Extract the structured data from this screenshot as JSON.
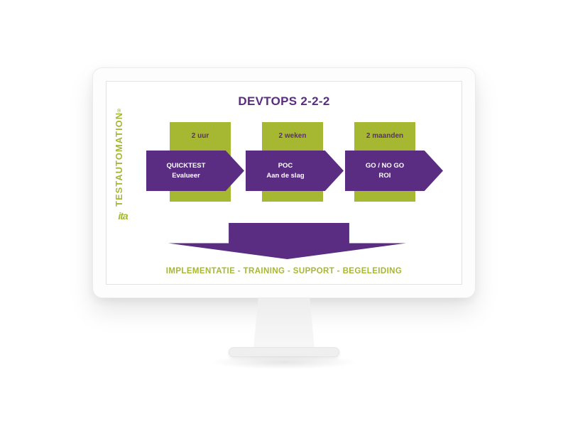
{
  "slide": {
    "title": "DEVTOPS 2-2-2",
    "brand": "TESTAUTOMATION",
    "brand_mark": "®",
    "logo_text": "ita",
    "steps": [
      {
        "duration": "2 uur",
        "arrow_line1": "QUICKTEST",
        "arrow_line2": "Evalueer"
      },
      {
        "duration": "2 weken",
        "arrow_line1": "POC",
        "arrow_line2": "Aan de slag"
      },
      {
        "duration": "2 maanden",
        "arrow_line1": "GO / NO GO",
        "arrow_line2": "ROI"
      }
    ],
    "footer": "IMPLEMENTATIE - TRAINING - SUPPORT - BEGELEIDING",
    "colors": {
      "purple": "#5b2d82",
      "green": "#a6b831"
    }
  }
}
